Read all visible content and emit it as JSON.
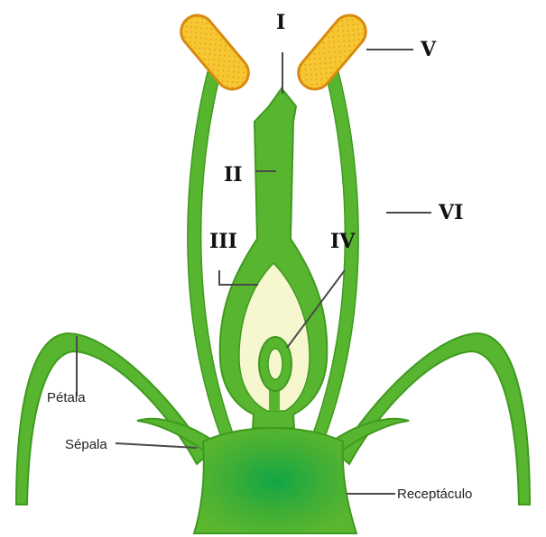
{
  "labels": {
    "stigma": "I",
    "style": "II",
    "ovary": "III",
    "ovule": "IV",
    "anther": "V",
    "filament": "VI",
    "petal": "Pétala",
    "sepal": "Sépala",
    "receptacle": "Receptáculo"
  },
  "colors": {
    "green": "#59b72f",
    "green_dark": "#3f9a1f",
    "receptacle_center": "#14a847",
    "ovary_fill": "#f6f7cf",
    "anther_fill": "#f6c12a",
    "anther_stroke": "#d88a10"
  }
}
